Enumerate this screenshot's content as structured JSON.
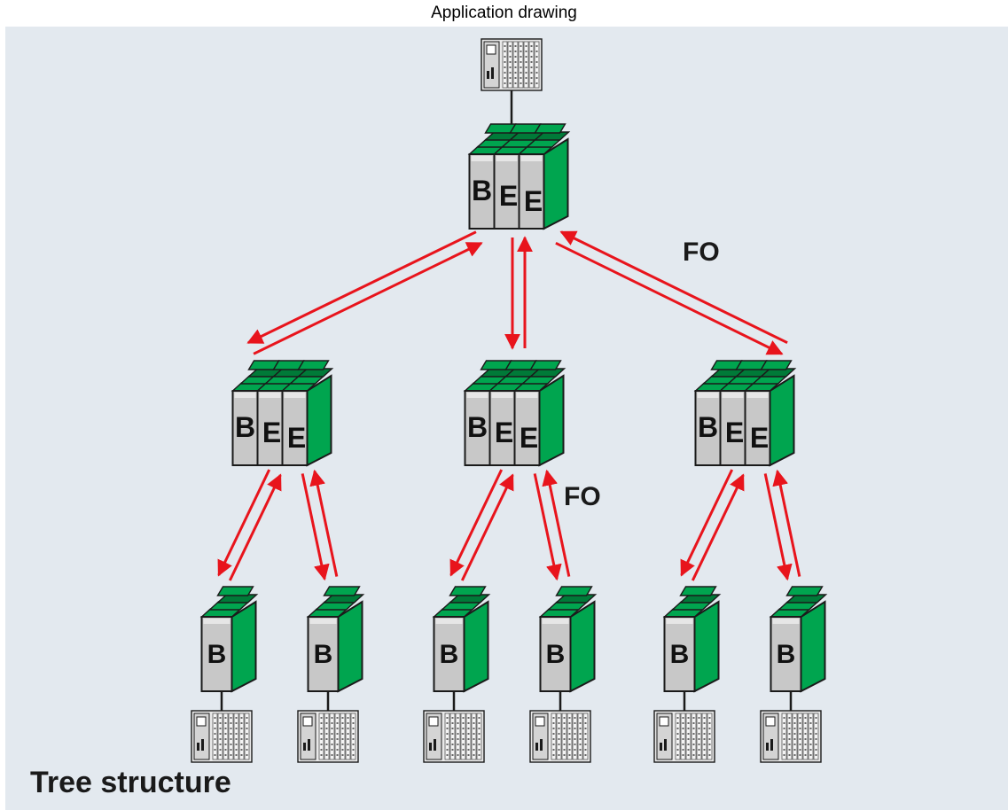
{
  "header": {
    "title": "Application drawing"
  },
  "labels": {
    "fo_top": "FO",
    "fo_mid": "FO",
    "structure": "Tree structure"
  },
  "modules": {
    "root": [
      "B",
      "E",
      "E"
    ],
    "branch": [
      "B",
      "E",
      "E"
    ],
    "leaf": [
      "B"
    ]
  },
  "counts": {
    "branches": 3,
    "leaves_per_branch": 2
  },
  "colors": {
    "background": "#e3e9ef",
    "module_green": "#00a54f",
    "module_dark_green": "#007a38",
    "module_grey": "#c8c8c8",
    "arrow_red": "#e8141c",
    "outline": "#1a1a1a"
  },
  "icons": {
    "controller": "plc-controller-icon",
    "module": "fiber-optic-module-icon"
  }
}
